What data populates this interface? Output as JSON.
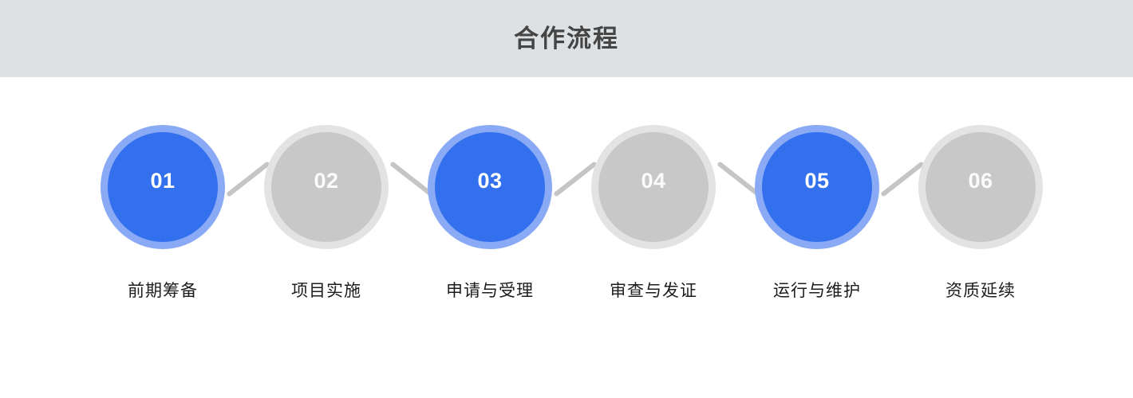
{
  "header": {
    "title": "合作流程",
    "background_color": "#dee1e4",
    "title_color": "#454545"
  },
  "theme": {
    "active_fill": "#3370ee",
    "active_ring": "#8aaaf5",
    "inactive_fill": "#c8c8c8",
    "inactive_ring": "#e3e3e3",
    "connector_color": "#c5c5c5",
    "label_color": "#1c1c1c",
    "page_background": "#ffffff"
  },
  "flow": {
    "steps": [
      {
        "number": "01",
        "label": "前期筹备",
        "state": "active"
      },
      {
        "number": "02",
        "label": "项目实施",
        "state": "inactive"
      },
      {
        "number": "03",
        "label": "申请与受理",
        "state": "active"
      },
      {
        "number": "04",
        "label": "审查与发证",
        "state": "inactive"
      },
      {
        "number": "05",
        "label": "运行与维护",
        "state": "active"
      },
      {
        "number": "06",
        "label": "资质延续",
        "state": "inactive"
      }
    ],
    "connectors": [
      {
        "direction": "up"
      },
      {
        "direction": "down"
      },
      {
        "direction": "up"
      },
      {
        "direction": "down"
      },
      {
        "direction": "up"
      }
    ]
  }
}
